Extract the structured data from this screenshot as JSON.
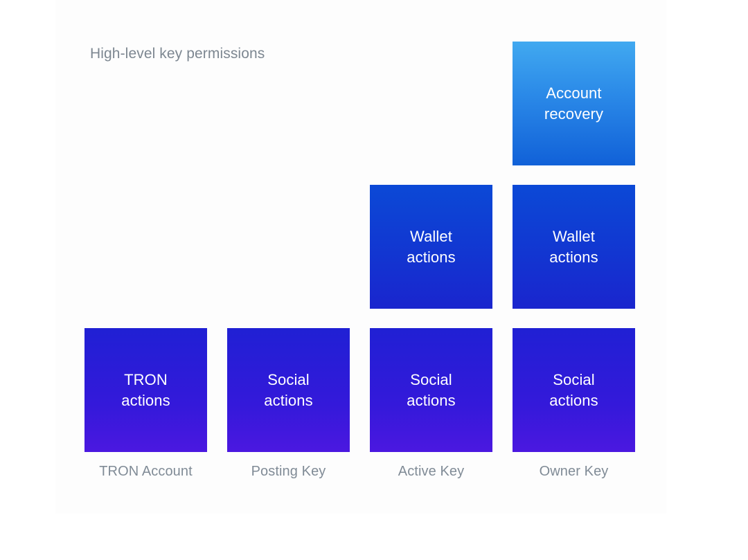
{
  "diagram": {
    "title": "High-level key permissions",
    "columns": [
      {
        "label": "TRON Account"
      },
      {
        "label": "Posting Key"
      },
      {
        "label": "Active Key"
      },
      {
        "label": "Owner Key"
      }
    ],
    "cells": [
      {
        "column": 0,
        "row": "bottom",
        "text": "TRON\nactions",
        "fill": "actions"
      },
      {
        "column": 1,
        "row": "bottom",
        "text": "Social\nactions",
        "fill": "actions"
      },
      {
        "column": 2,
        "row": "bottom",
        "text": "Social\nactions",
        "fill": "actions"
      },
      {
        "column": 3,
        "row": "bottom",
        "text": "Social\nactions",
        "fill": "actions"
      },
      {
        "column": 2,
        "row": "mid",
        "text": "Wallet\nactions",
        "fill": "wallet"
      },
      {
        "column": 3,
        "row": "mid",
        "text": "Wallet\nactions",
        "fill": "wallet"
      },
      {
        "column": 3,
        "row": "top",
        "text": "Account\nrecovery",
        "fill": "recovery"
      }
    ],
    "colors": {
      "background": "#ffffff",
      "panel": "#fdfdfd",
      "title_text": "#7d8791",
      "axis_label_text": "#808b96",
      "cell_text": "#ffffff",
      "recovery_gradient_top": "#41a9f0",
      "recovery_gradient_bottom": "#1161d8",
      "wallet_gradient_top": "#0b49d6",
      "wallet_gradient_bottom": "#1a25ce",
      "actions_gradient_top": "#2020d4",
      "actions_gradient_bottom": "#4b18e0"
    }
  }
}
